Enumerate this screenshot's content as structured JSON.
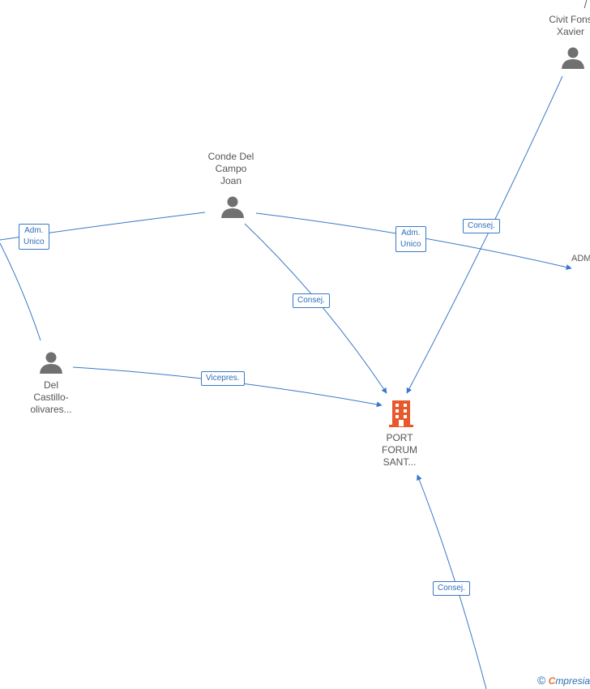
{
  "colors": {
    "edge": "#3a78c9",
    "person": "#707070",
    "company": "#e8582b",
    "label_text": "#555555"
  },
  "nodes": {
    "conde": {
      "label": "Conde Del\nCampo\nJoan",
      "icon": "person-icon"
    },
    "civit": {
      "label": "Civit Fons\nXavier",
      "icon": "person-icon"
    },
    "del_castillo": {
      "label": "Del\nCastillo-\nolivares...",
      "icon": "person-icon"
    },
    "port_forum": {
      "label": "PORT\nFORUM\nSANT...",
      "icon": "building-icon"
    },
    "adm": {
      "label": "ADM"
    }
  },
  "edges": {
    "adm_unico_left": "Adm.\nUnico",
    "adm_unico_right": "Adm.\nUnico",
    "consej_conde": "Consej.",
    "consej_civit": "Consej.",
    "vicepres": "Vicepres.",
    "consej_bottom": "Consej."
  },
  "watermark": {
    "copyright": "©",
    "brand_initial": "C",
    "brand_rest": "mpresia"
  }
}
